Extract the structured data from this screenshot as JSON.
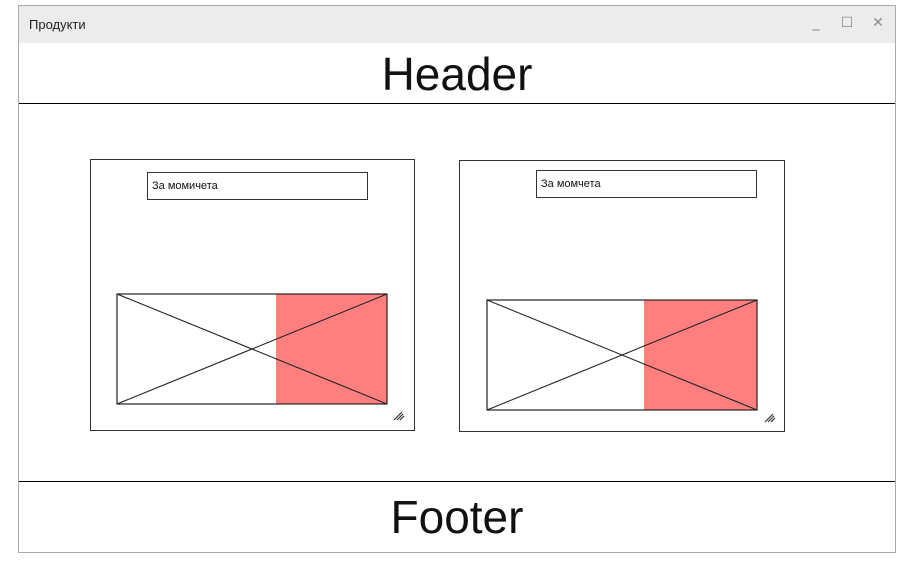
{
  "window": {
    "title": "Продукти",
    "minimize": "_",
    "maximize": "☐",
    "close": "✕"
  },
  "header": {
    "text": "Header"
  },
  "footer": {
    "text": "Footer"
  },
  "cards": [
    {
      "label": "За момичета",
      "image_icon": "image-placeholder-icon",
      "highlight_color": "#ff7f7f"
    },
    {
      "label": "За момчета",
      "image_icon": "image-placeholder-icon",
      "highlight_color": "#ff7f7f"
    }
  ]
}
